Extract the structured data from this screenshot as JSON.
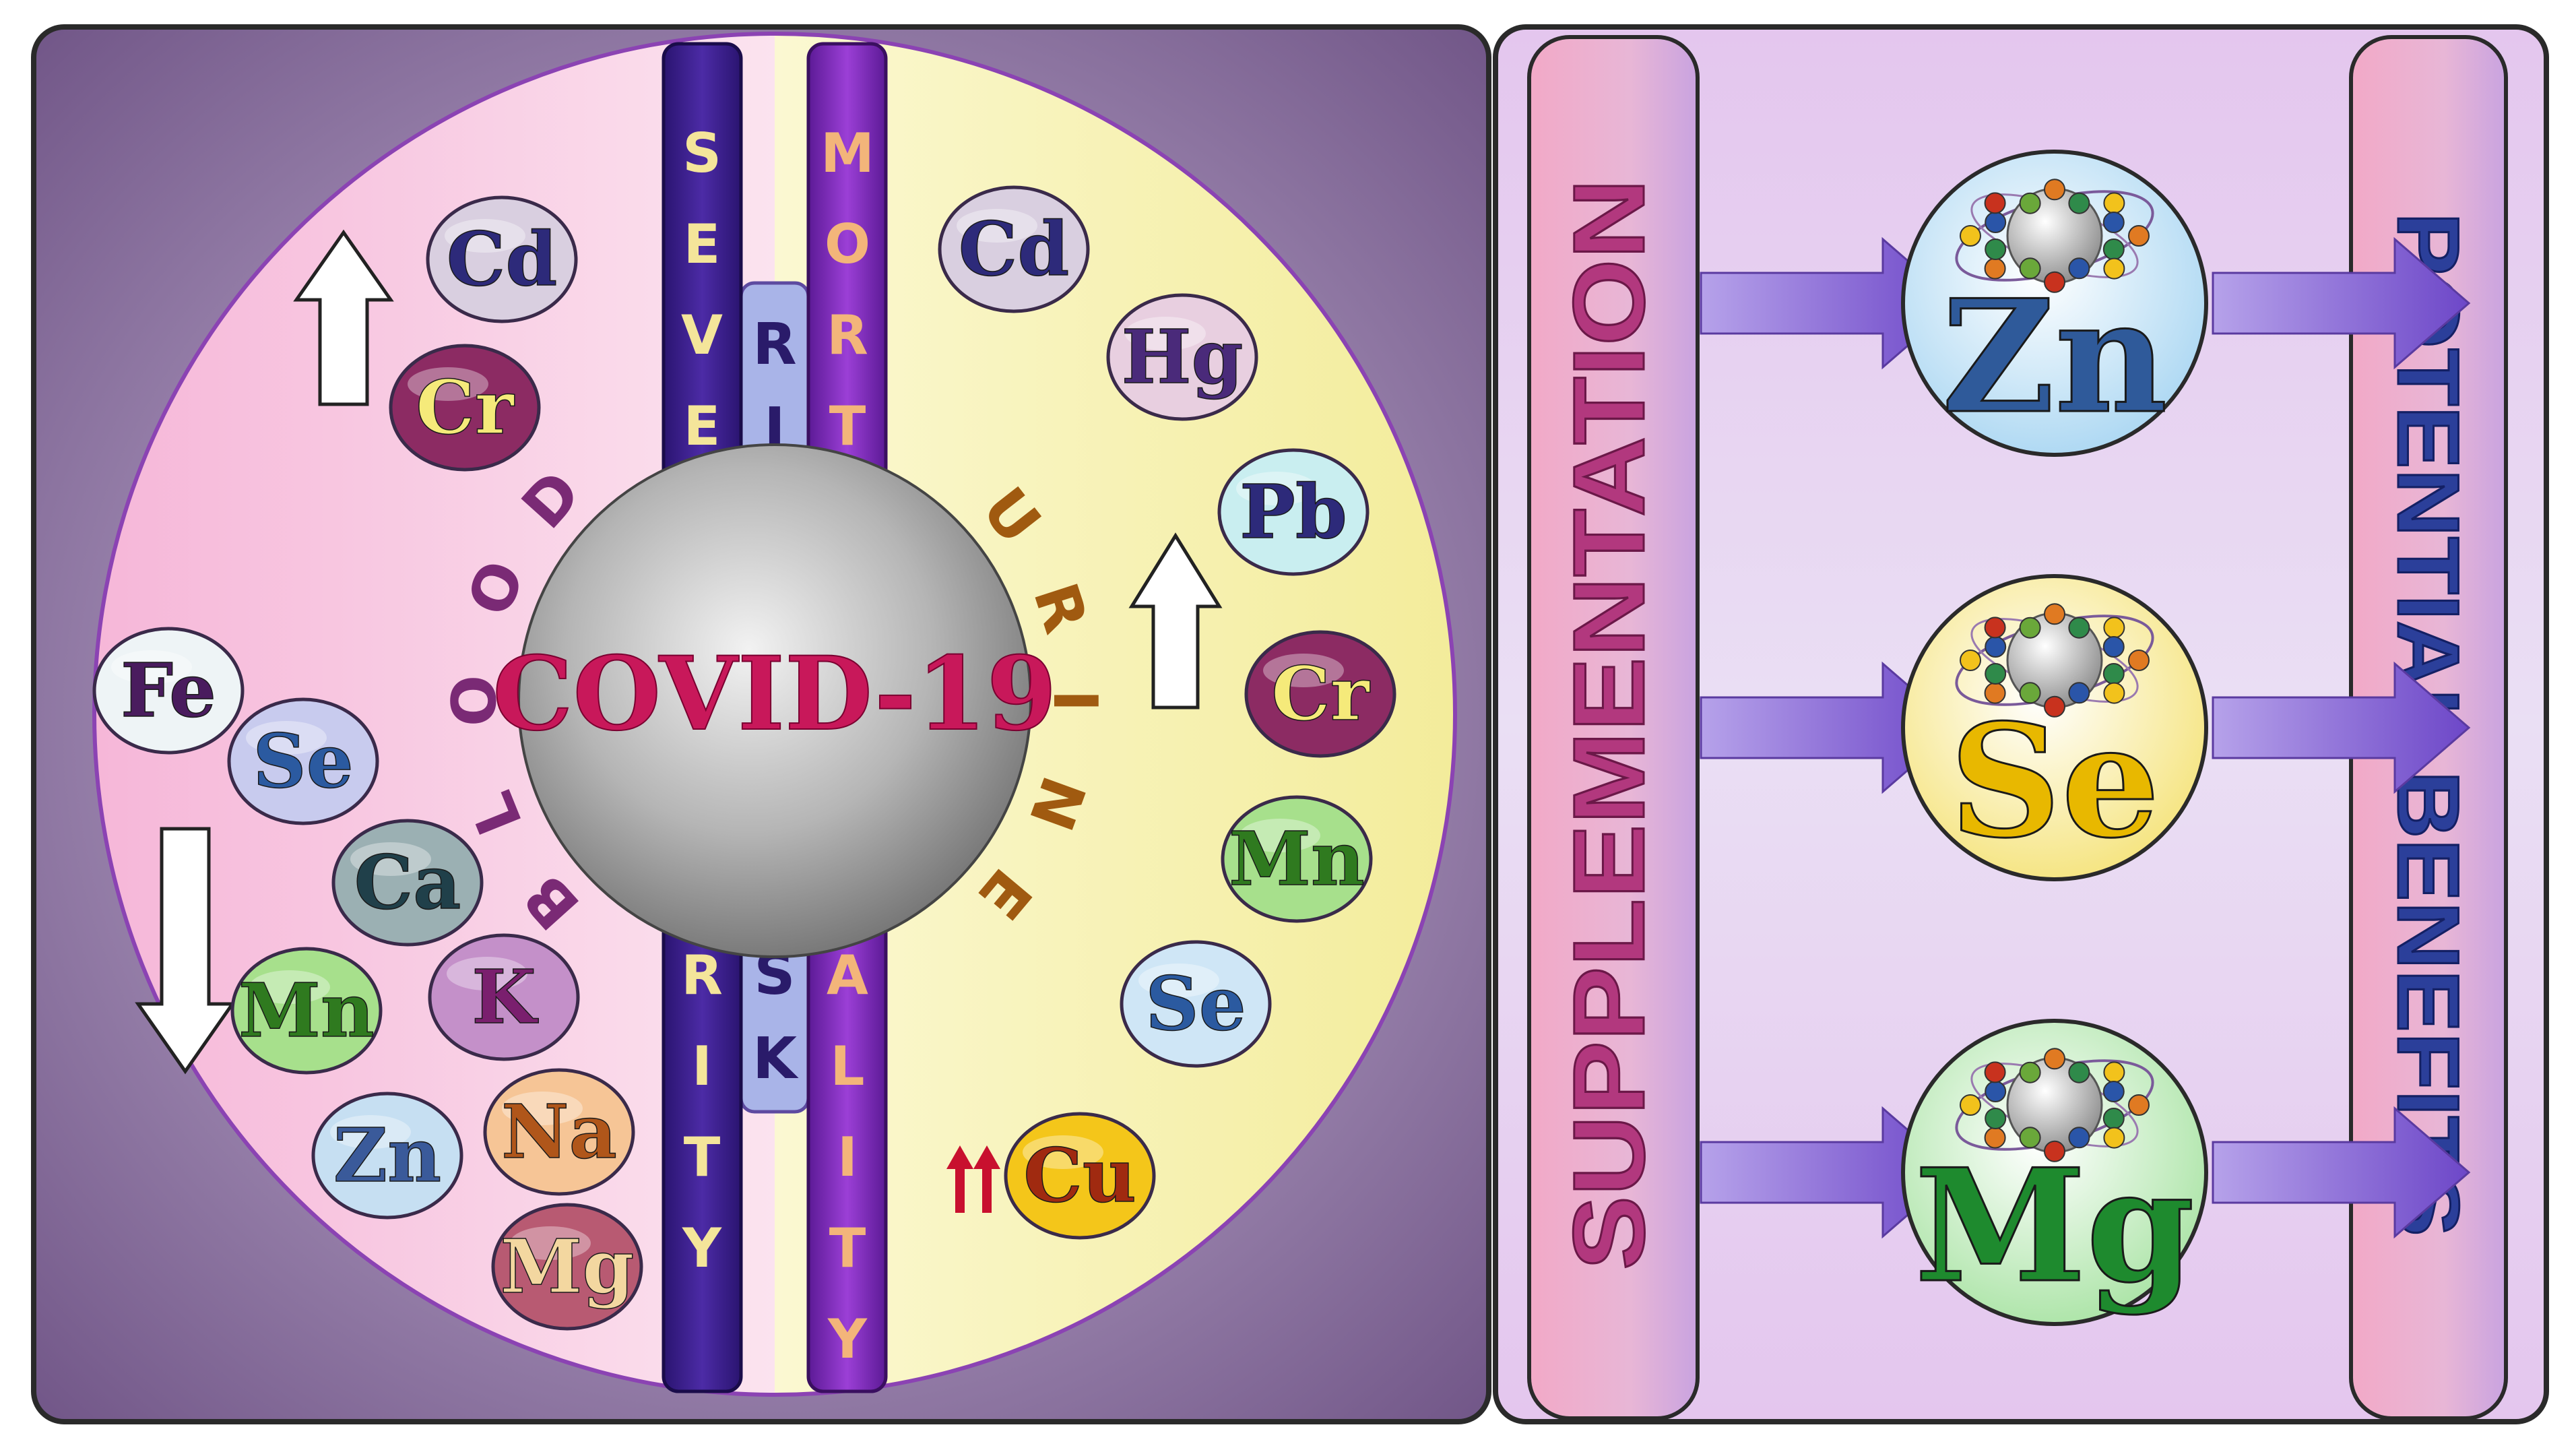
{
  "center_label": "COVID-19",
  "risk_pillars": {
    "severity": "SEVERITY",
    "risk": "RISK",
    "mortality": "MORTALITY"
  },
  "blood": {
    "label": "BLOOD",
    "increased": [
      "Cd",
      "Cr"
    ],
    "decreased": [
      "Fe",
      "Se",
      "Ca",
      "Mn",
      "K",
      "Zn",
      "Na",
      "Mg"
    ],
    "increase_icon": "up-arrow-icon",
    "decrease_icon": "down-arrow-icon"
  },
  "urine": {
    "label": "URINE",
    "increased": [
      "Cd",
      "Hg",
      "Pb",
      "Cr",
      "Mn",
      "Se"
    ],
    "strongly_increased": [
      "Cu"
    ],
    "increase_icon": "up-arrow-icon",
    "strong_increase_icon": "double-up-arrow-icon"
  },
  "intervention": {
    "left_banner": "SUPPLEMENTATION",
    "right_banner": "POTENTIAL BENEFITS",
    "elements": [
      "Zn",
      "Se",
      "Mg"
    ]
  },
  "colors": {
    "blood_half": "#f7bede",
    "urine_half": "#f6f1ac",
    "severity_pillar": "#3a1f8c",
    "mortality_pillar": "#7a2ab8",
    "risk_pillar": "#a9b4e8",
    "covid_text": "#c8185a",
    "zn_text": "#2f5a9a",
    "se_text": "#e8b800",
    "mg_text": "#1e8a2e",
    "arrow": "#7e5cd0"
  }
}
